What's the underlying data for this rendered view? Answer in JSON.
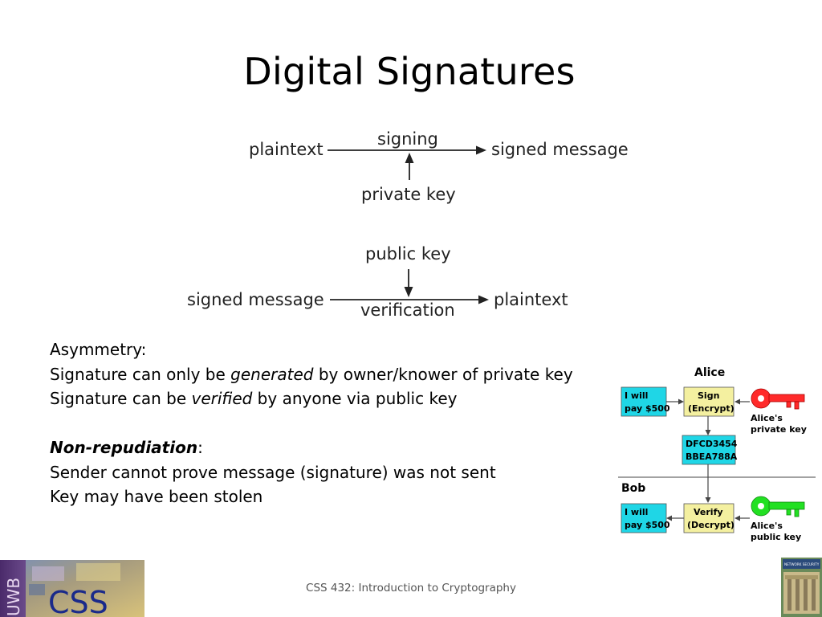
{
  "slide": {
    "title": "Digital Signatures",
    "footer": "CSS 432: Introduction to Cryptography"
  },
  "signing_diagram": {
    "input": "plaintext",
    "operation": "signing",
    "key": "private key",
    "output": "signed message"
  },
  "verification_diagram": {
    "key": "public key",
    "input": "signed message",
    "operation": "verification",
    "output": "plaintext"
  },
  "body": {
    "asymmetry_heading": "Asymmetry:",
    "line1_prefix": "Signature can only be ",
    "line1_emph": "generated",
    "line1_suffix": " by owner/knower of private key",
    "line2_prefix": "Signature can be ",
    "line2_emph": "verified",
    "line2_suffix": " by anyone via public key",
    "nonrep_heading": "Non-repudiation",
    "nonrep_colon": ":",
    "line3": "Sender cannot prove message (signature) was not sent",
    "line4": "Key may have been stolen"
  },
  "alice_bob_figure": {
    "alice_label": "Alice",
    "bob_label": "Bob",
    "message_line1": "I will",
    "message_line2": "pay $500",
    "sign_line1": "Sign",
    "sign_line2": "(Encrypt)",
    "alice_private_key_line1": "Alice's",
    "alice_private_key_line2": "private key",
    "signature_line1": "DFCD3454",
    "signature_line2": "BBEA788A",
    "bob_message_line1": "I will",
    "bob_message_line2": "pay $500",
    "verify_line1": "Verify",
    "verify_line2": "(Decrypt)",
    "alice_public_key_line1": "Alice's",
    "alice_public_key_line2": "public key",
    "colors": {
      "message_box": "#1fd6e6",
      "operation_box": "#f4f0a0",
      "private_key": "#ff2a2a",
      "public_key": "#22e022"
    }
  },
  "logos": {
    "left_text": "CSS",
    "left_side_text": "UWB",
    "right_text": "NETWORK SECURITY",
    "left_icon": "uwb-css-logo",
    "right_icon": "network-security-book-cover"
  }
}
